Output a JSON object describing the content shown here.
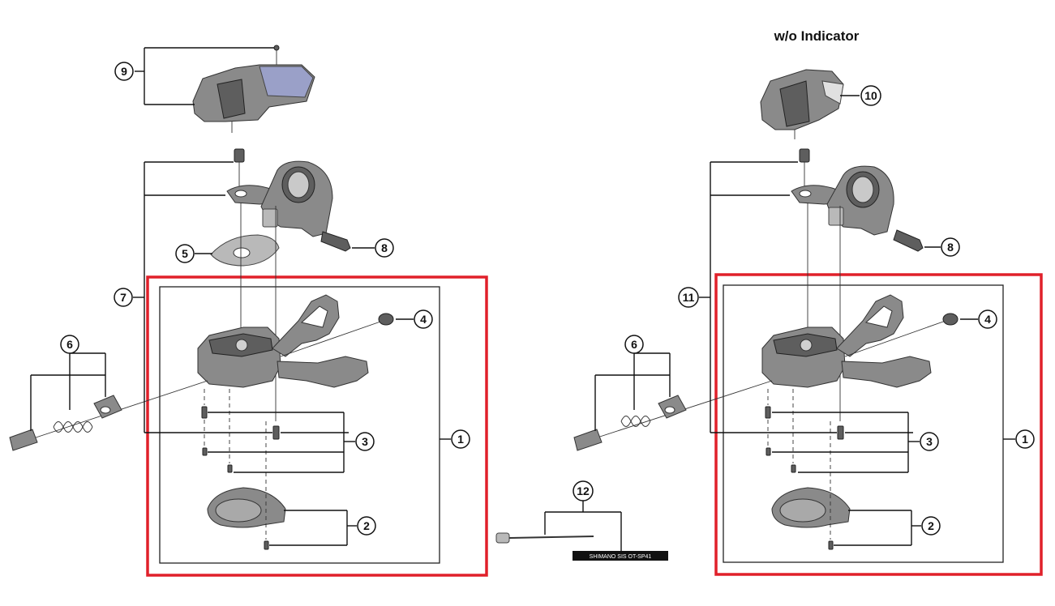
{
  "heading_right": "w/o Indicator",
  "colors": {
    "highlight_box": "#e0202a",
    "part_fill": "#8a8a8a",
    "indicator_window": "#9aa0c8"
  },
  "callouts": {
    "left": [
      "1",
      "2",
      "3",
      "4",
      "5",
      "6",
      "7",
      "8",
      "9"
    ],
    "center": [
      "12"
    ],
    "right": [
      "1",
      "2",
      "3",
      "4",
      "6",
      "8",
      "10",
      "11"
    ]
  },
  "cable_label": "SHIMANO SIS OT-SP41"
}
